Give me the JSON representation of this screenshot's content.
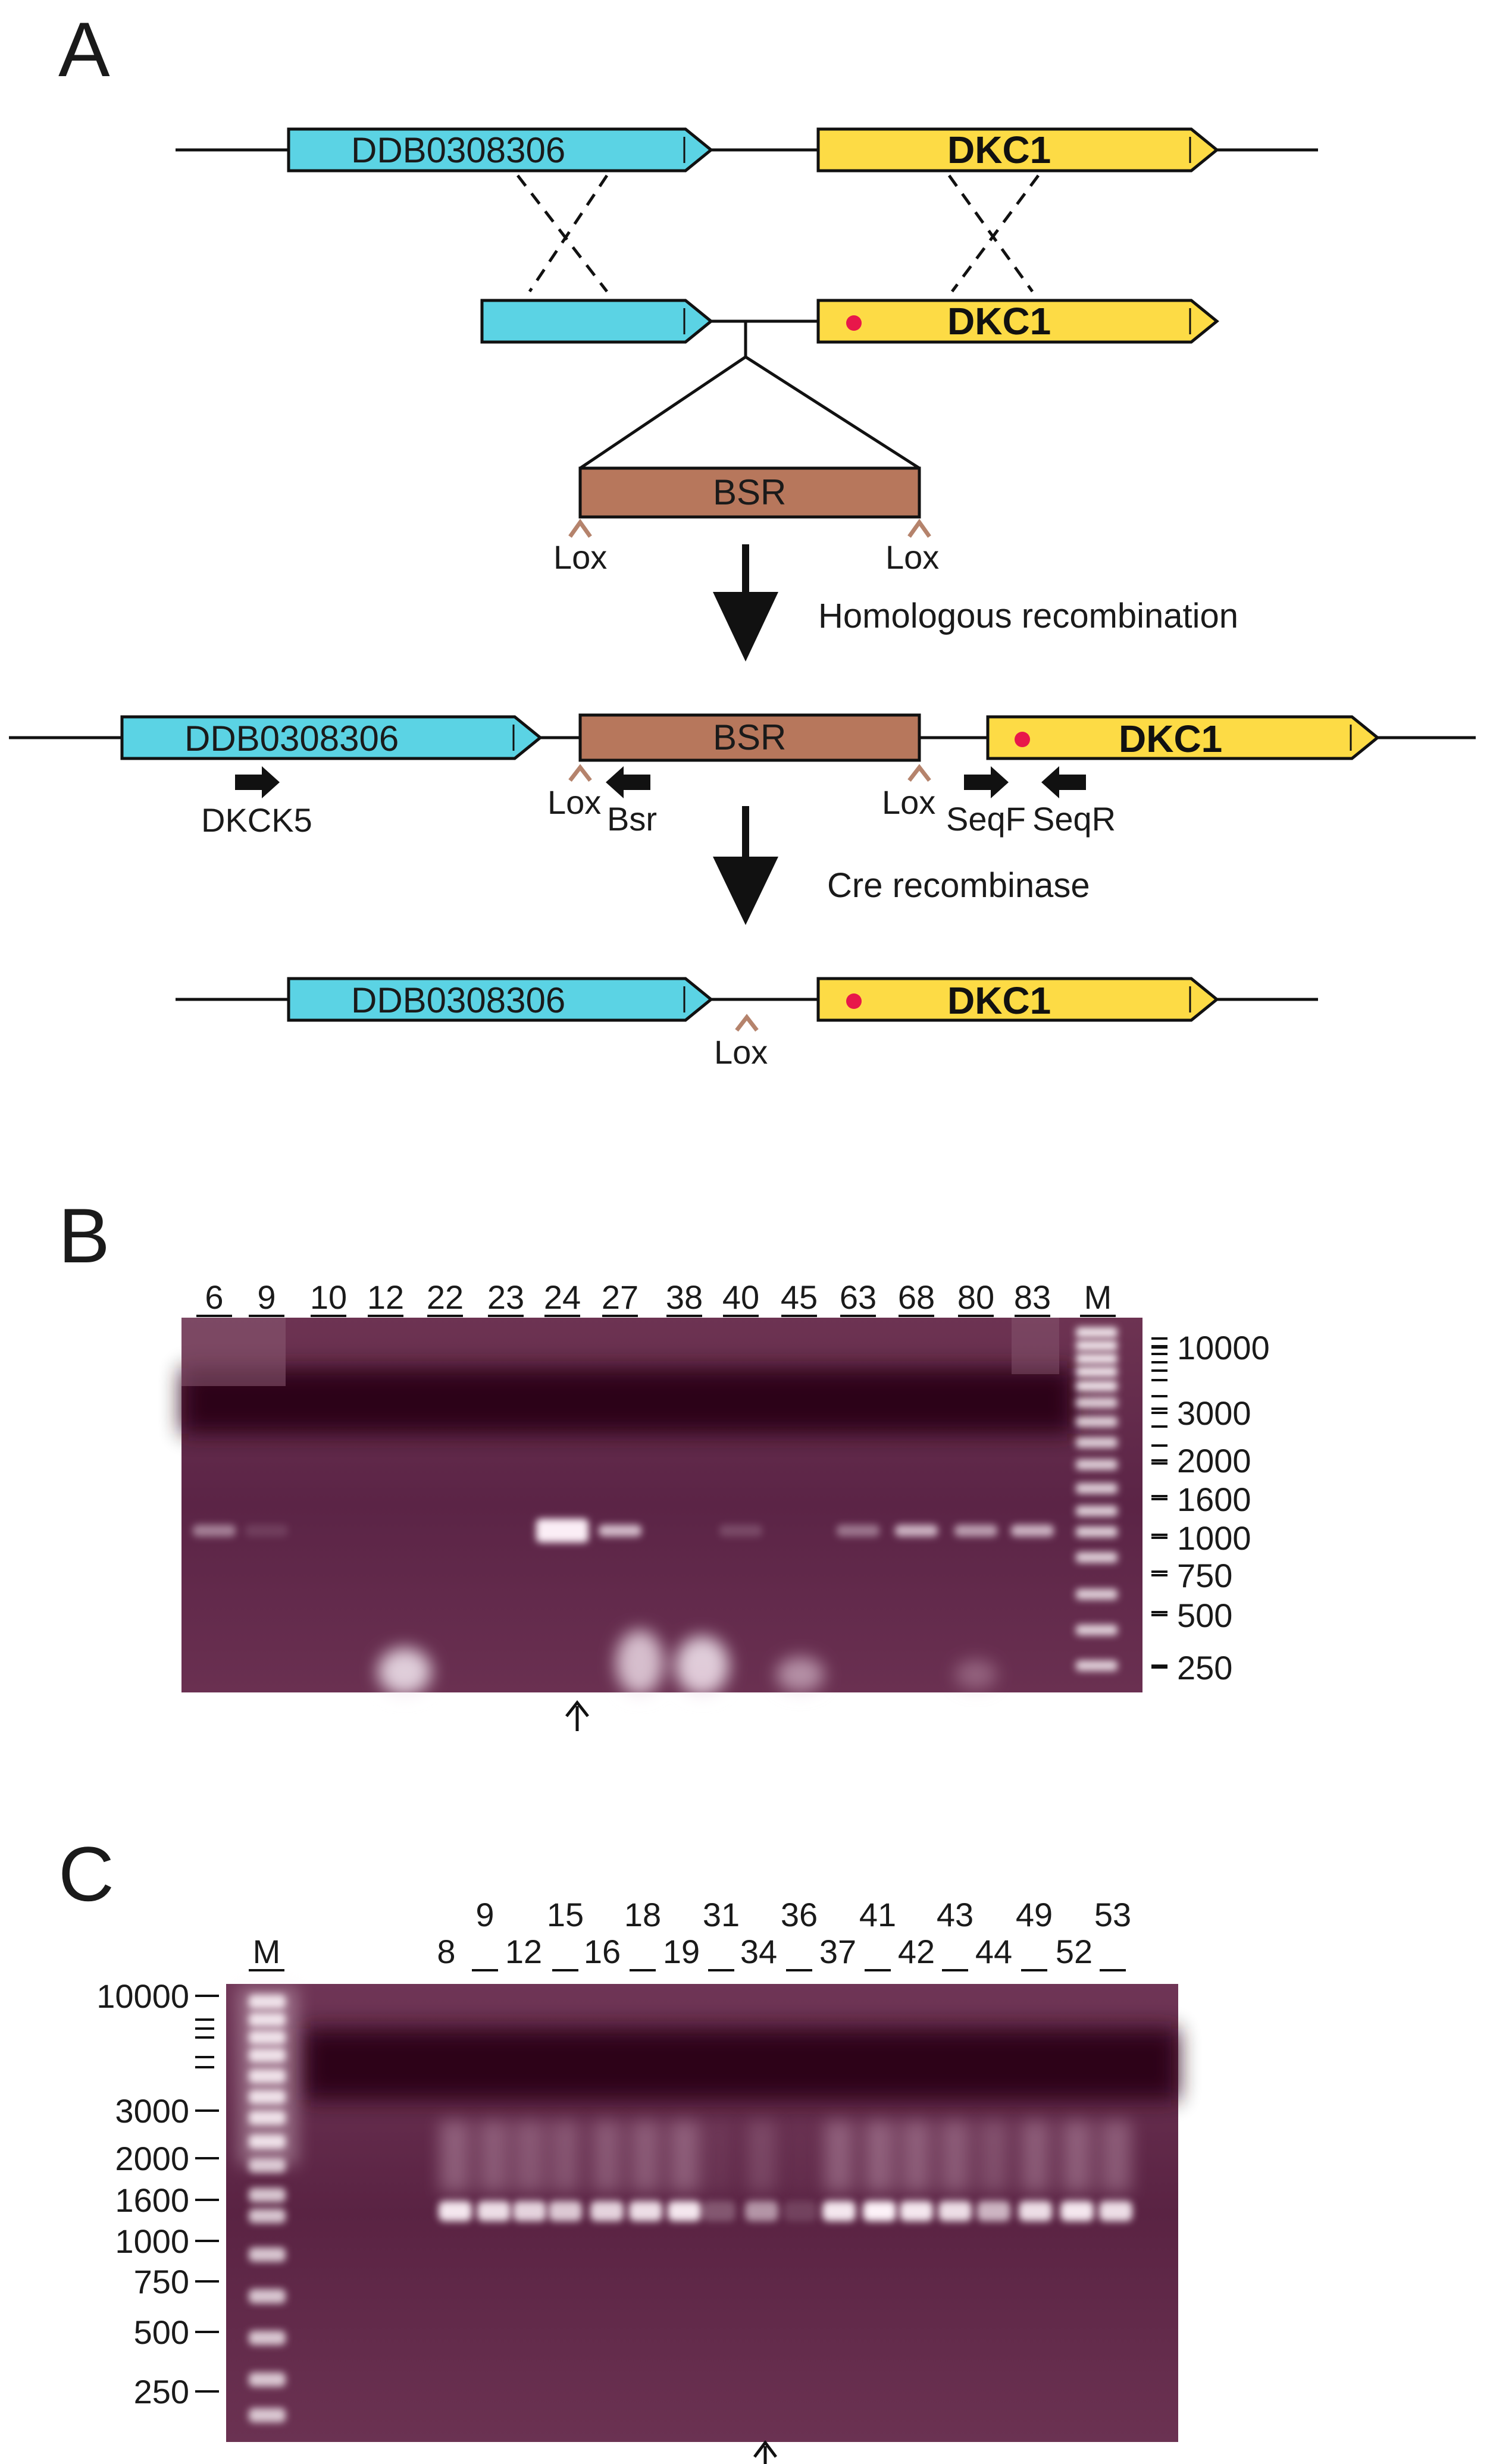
{
  "panels": {
    "a": {
      "letter": "A"
    },
    "b": {
      "letter": "B"
    },
    "c": {
      "letter": "C"
    }
  },
  "genes": {
    "upstream": "DDB0308306",
    "target": "DKC1",
    "cassette": "BSR"
  },
  "sites": {
    "lox": "Lox"
  },
  "primers": {
    "dkck5": "DKCK5",
    "bsr": "Bsr",
    "seqf": "SeqF",
    "seqr": "SeqR"
  },
  "steps": {
    "step1": "Homologous recombination",
    "step2": "Cre recombinase"
  },
  "gel_b": {
    "lanes": [
      "6",
      "9",
      "10",
      "12",
      "22",
      "23",
      "24",
      "27",
      "38",
      "40",
      "45",
      "63",
      "68",
      "80",
      "83",
      "M"
    ],
    "marker_sizes": [
      "10000",
      "3000",
      "2000",
      "1600",
      "1000",
      "750",
      "500",
      "250"
    ]
  },
  "gel_c": {
    "marker_lane": "M",
    "lanes_top": [
      "9",
      "15",
      "18",
      "31",
      "36",
      "41",
      "43",
      "49",
      "53"
    ],
    "lanes_bottom": [
      "8",
      "12",
      "16",
      "19",
      "34",
      "37",
      "42",
      "44",
      "52"
    ],
    "marker_sizes": [
      "10000",
      "3000",
      "2000",
      "1600",
      "1000",
      "750",
      "500",
      "250"
    ]
  },
  "colors": {
    "upstream_gene": "#5bd3e4",
    "target_gene": "#fddb45",
    "cassette": "#b7775c",
    "mutation": "#e8174a",
    "lox_site": "#b5836c",
    "gel_background": "#5c1f3c"
  }
}
